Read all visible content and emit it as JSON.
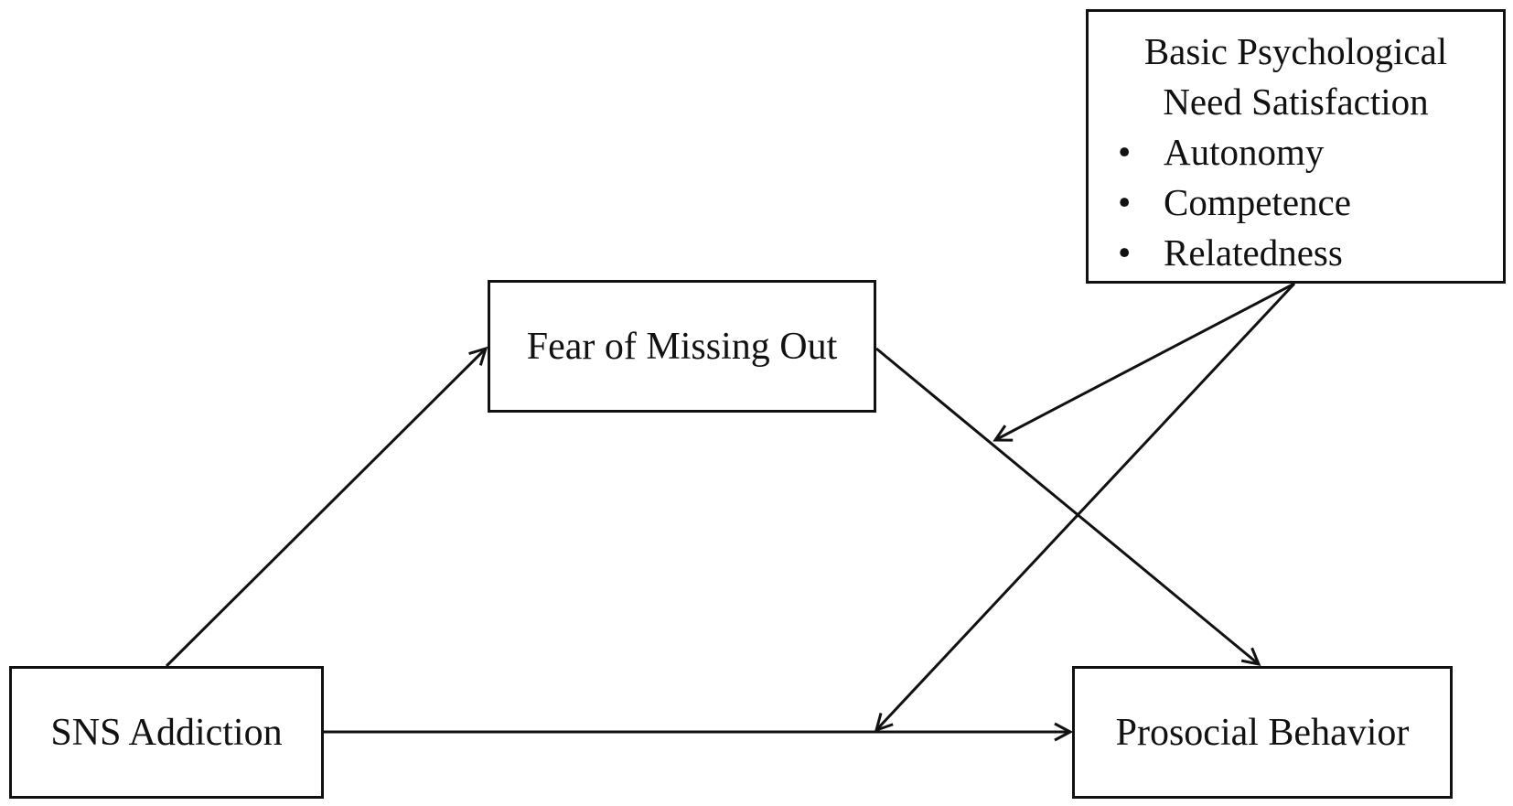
{
  "diagram": {
    "nodes": {
      "fomo": {
        "label": "Fear of Missing Out"
      },
      "sns": {
        "label": "SNS Addiction"
      },
      "prosocial": {
        "label": "Prosocial Behavior"
      },
      "moderator": {
        "title_line1": "Basic Psychological",
        "title_line2": "Need Satisfaction",
        "items": [
          "Autonomy",
          "Competence",
          "Relatedness"
        ],
        "bullet": "•"
      }
    },
    "edges": [
      {
        "from": "sns",
        "to": "fomo",
        "type": "arrow"
      },
      {
        "from": "fomo",
        "to": "prosocial",
        "type": "arrow"
      },
      {
        "from": "sns",
        "to": "prosocial",
        "type": "arrow"
      },
      {
        "from": "moderator",
        "to": "fomo-prosocial path",
        "type": "moderation-arrow"
      },
      {
        "from": "moderator",
        "to": "sns-prosocial path",
        "type": "moderation-arrow"
      }
    ],
    "line_color": "#111111"
  }
}
